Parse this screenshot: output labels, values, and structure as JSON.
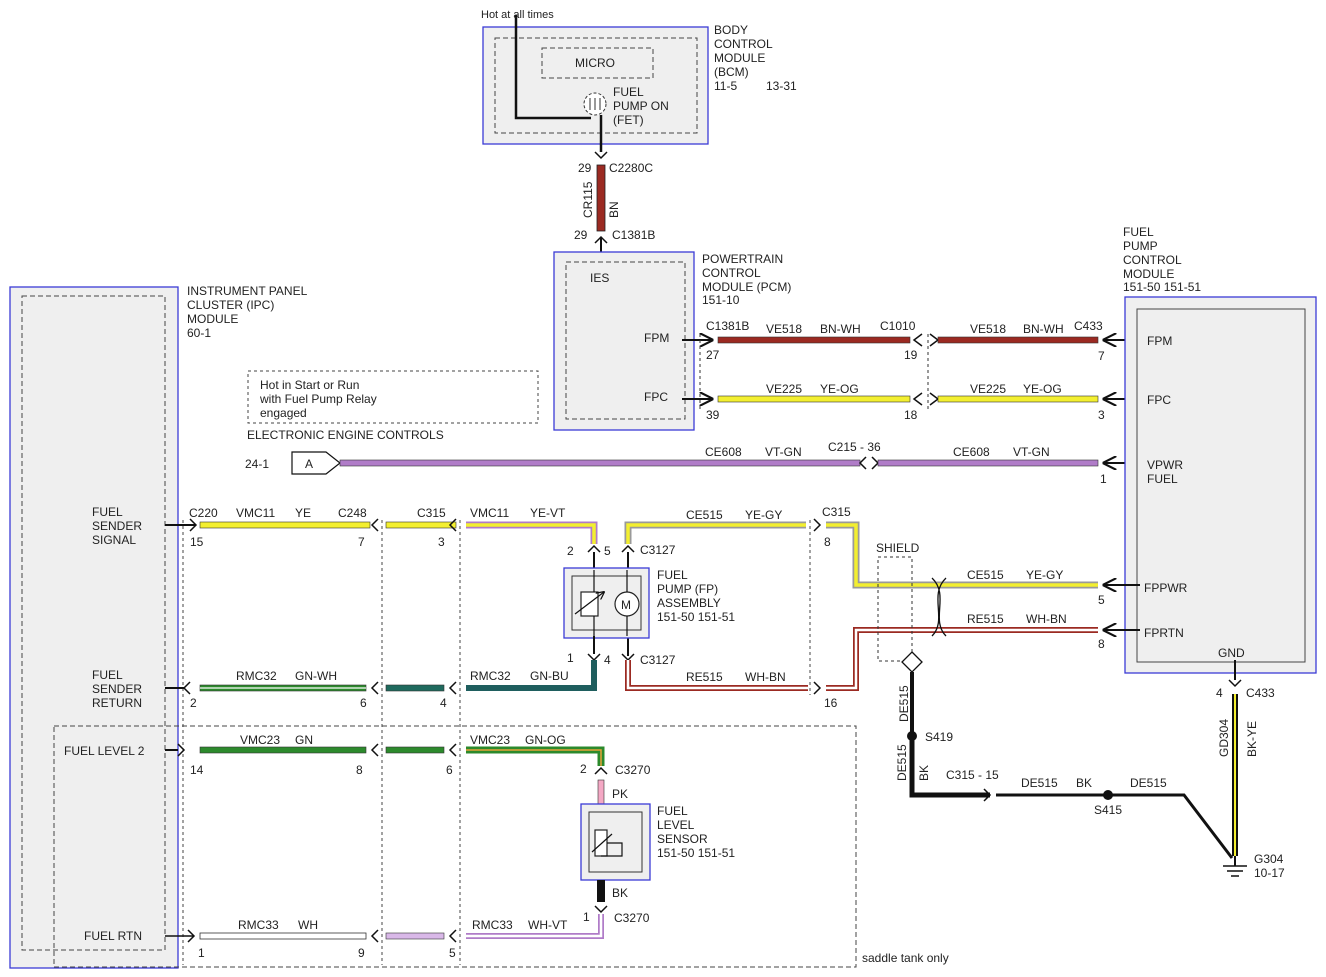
{
  "modules": {
    "bcm": {
      "label_lines": [
        "BODY",
        "CONTROL",
        "MODULE",
        "(BCM)"
      ],
      "refs": [
        "11-5",
        "13-31"
      ],
      "supply": "Hot at all times",
      "micro": "MICRO",
      "fet_lines": [
        "FUEL",
        "PUMP ON",
        "(FET)"
      ]
    },
    "pcm": {
      "label_lines": [
        "POWERTRAIN",
        "CONTROL",
        "MODULE (PCM)",
        "151-10"
      ],
      "ies": "IES",
      "pins": [
        "FPM",
        "FPC"
      ]
    },
    "fpcm": {
      "label_lines": [
        "FUEL",
        "PUMP",
        "CONTROL",
        "MODULE",
        "151-50  151-51"
      ],
      "pins": [
        "FPM",
        "FPC",
        "VPWR",
        "FUEL",
        "FPPWR",
        "FPRTN",
        "GND"
      ]
    },
    "ipc": {
      "label_lines": [
        "INSTRUMENT PANEL",
        "CLUSTER (IPC)",
        "MODULE",
        "60-1"
      ],
      "pins": {
        "sender_signal": [
          "FUEL",
          "SENDER",
          "SIGNAL"
        ],
        "sender_return": [
          "FUEL",
          "SENDER",
          "RETURN"
        ],
        "level2": "FUEL LEVEL 2",
        "rtn": "FUEL RTN"
      }
    },
    "pump": {
      "label_lines": [
        "FUEL",
        "PUMP (FP)",
        "ASSEMBLY",
        "151-50  151-51"
      ],
      "motor": "M"
    },
    "sensor": {
      "label_lines": [
        "FUEL",
        "LEVEL",
        "SENSOR",
        "151-50  151-51"
      ]
    }
  },
  "notes": {
    "hot_box": [
      "Hot in Start or Run",
      "with Fuel Pump Relay",
      "engaged"
    ],
    "eec": "ELECTRONIC ENGINE CONTROLS",
    "ref": "24-1",
    "flag": "A",
    "saddle": "saddle tank only",
    "shield": "SHIELD"
  },
  "connectors": {
    "c2280c": "C2280C",
    "c1381b": "C1381B",
    "c1010": "C1010",
    "c433": "C433",
    "c215": "C215 - 36",
    "c220": "C220",
    "c248": "C248",
    "c315": "C315",
    "c3127": "C3127",
    "c3270": "C3270",
    "c315_15": "C315 - 15",
    "s419": "S419",
    "s415": "S415",
    "g304": "G304",
    "g304_ref": "10-17"
  },
  "wires": {
    "cr115": [
      "CR115",
      "BN"
    ],
    "ve518": [
      "VE518",
      "BN-WH"
    ],
    "ve225": [
      "VE225",
      "YE-OG"
    ],
    "ce608": [
      "CE608",
      "VT-GN"
    ],
    "vmc11_a": [
      "VMC11",
      "YE"
    ],
    "vmc11_b": [
      "VMC11",
      "YE-VT"
    ],
    "ce515": [
      "CE515",
      "YE-GY"
    ],
    "re515": [
      "RE515",
      "WH-BN"
    ],
    "rmc32_a": [
      "RMC32",
      "GN-WH"
    ],
    "rmc32_b": [
      "RMC32",
      "GN-BU"
    ],
    "vmc23_a": [
      "VMC23",
      "GN"
    ],
    "vmc23_b": [
      "VMC23",
      "GN-OG"
    ],
    "rmc33_a": [
      "RMC33",
      "WH"
    ],
    "rmc33_b": [
      "RMC33",
      "WH-VT"
    ],
    "de515": [
      "DE515",
      "BK"
    ],
    "pk": "PK",
    "bk": "BK",
    "gd304": [
      "GD304",
      "BK-YE"
    ]
  },
  "pins": {
    "bcm_out": "29",
    "pcm_in": "29",
    "pcm_fpm": "27",
    "pcm_fpc": "39",
    "c1010_fpm": "19",
    "c1010_fpc": "18",
    "fp_fpm": "7",
    "fp_fpc": "3",
    "fp_vpwr": "1",
    "fp_fppwr": "5",
    "fp_fprtn": "8",
    "fp_gnd": "4",
    "c220_sig": "15",
    "c248_sig": "7",
    "c315_sig": "3",
    "pump_sig": "2",
    "pump_pwr": "5",
    "c315_pwr": "8",
    "pump_ret": "1",
    "pump_rtn": "4",
    "c315_rtn": "16",
    "c220_ret": "2",
    "c248_ret": "6",
    "c315_ret": "4",
    "c220_l2": "14",
    "c248_l2": "8",
    "c315_l2": "6",
    "sensor_top": "2",
    "c220_rtn": "1",
    "c248_rtn": "9",
    "c315_rtn2": "5",
    "sensor_bot": "1"
  },
  "colors": {
    "module_border": "#3b3bd6",
    "module_fill": "#efefef",
    "brown": "#9b2a22",
    "yellow": "#f3ef30",
    "violet": "#b07cc8",
    "green": "#2c8a2c",
    "black": "#111111"
  }
}
